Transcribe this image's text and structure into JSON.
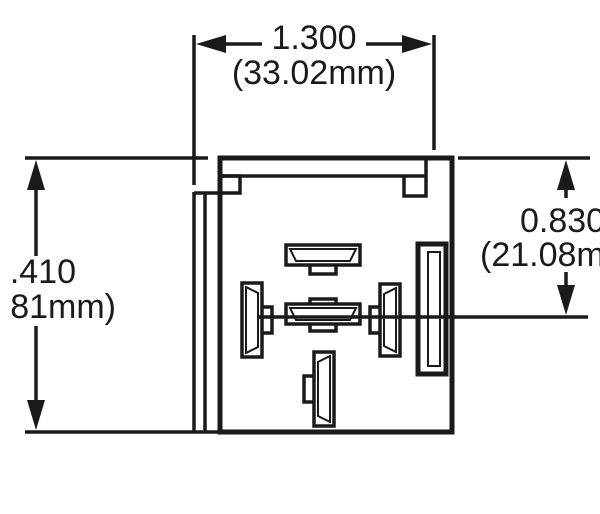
{
  "dimensions": {
    "width": {
      "inches": "1.300",
      "mm": "(33.02mm)"
    },
    "height": {
      "inches": ".410",
      "mm": "81mm)"
    },
    "terminal_offset": {
      "inches": "0.830",
      "mm": "(21.08m"
    }
  },
  "colors": {
    "ink": "#1a1a1a",
    "background": "#ffffff"
  }
}
